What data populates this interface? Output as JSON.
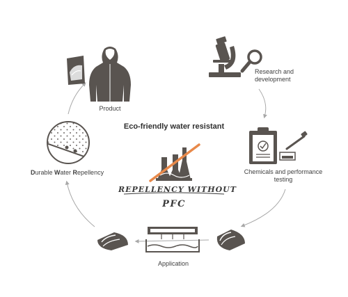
{
  "center": {
    "title": "Eco-friendly water resistant",
    "tagline_line1": "REPELLENCY WITHOUT",
    "tagline_line2": "PFC"
  },
  "steps": {
    "research": {
      "line1": "Research and",
      "line2": "development"
    },
    "chemicals": {
      "line1": "Chemicals and performance",
      "line2": "testing"
    },
    "application": {
      "label": "Application"
    },
    "dwr": {
      "d": "D",
      "rest1": "urable ",
      "w": "W",
      "rest2": "ater ",
      "r": "R",
      "rest3": "epellency"
    },
    "product": {
      "label": "Product"
    }
  },
  "colors": {
    "icon": "#595450",
    "accent": "#e8894a",
    "arrow": "#a8a8a8",
    "text": "#3f3f3f"
  },
  "icons": [
    "microscope-icon",
    "magnifier-icon",
    "clipboard-icon",
    "dropper-icon",
    "fabric-roll-icon",
    "application-bath-icon",
    "droplet-circle-icon",
    "jacket-icon",
    "flask-icon"
  ]
}
